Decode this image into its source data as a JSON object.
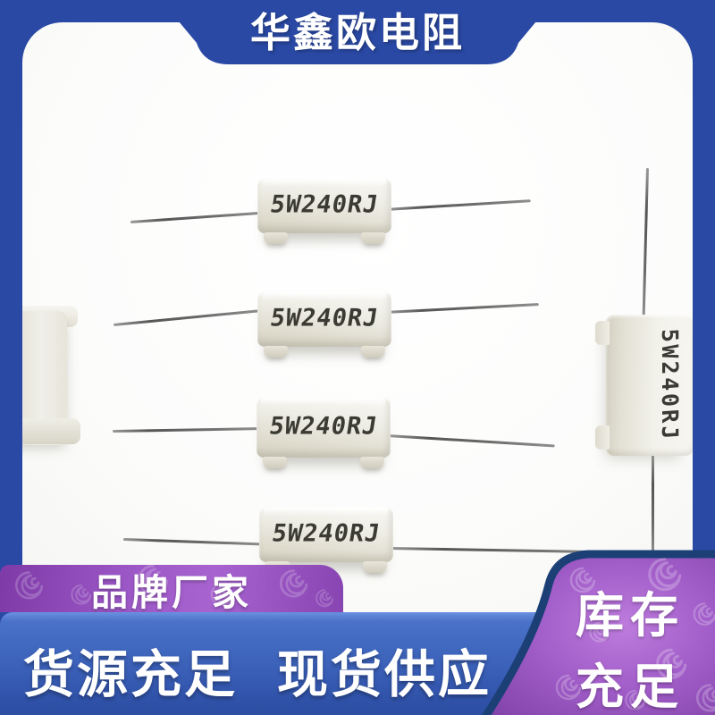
{
  "header": {
    "title": "华鑫欧电阻"
  },
  "photo": {
    "resistor_marking": "5W240RJ"
  },
  "overlays": {
    "brand_badge": "品牌厂家",
    "supply_line_left": "货源充足",
    "supply_line_right": "现货供应",
    "stock_line1": "库存",
    "stock_line2": "充足"
  },
  "colors": {
    "frame_blue": "#2a49a4",
    "band_blue_top": "#4a72c8",
    "band_blue_bottom": "#2c4da1",
    "badge_purple": "#9c58c6",
    "panel_purple": "#a25ec9",
    "panel_outline_navy": "#1c4076",
    "resistor_body": "#edebe2",
    "marking_color": "#3b3a33"
  }
}
